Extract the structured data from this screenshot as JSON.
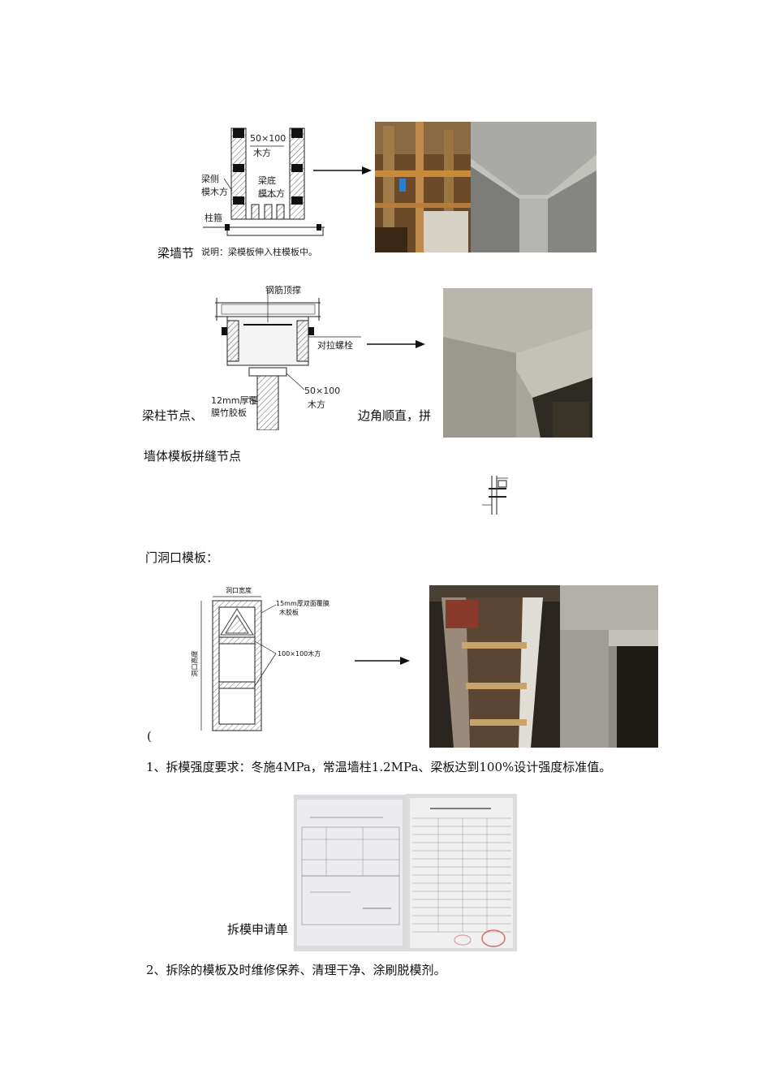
{
  "section1": {
    "caption_fragment": "梁墙节",
    "diagram": {
      "label_timber": "50×100",
      "label_timber_2": "木方",
      "label_side": "梁侧",
      "label_side_2": "模木方",
      "label_bottom": "梁底",
      "label_bottom_2": "模木方",
      "label_column": "柱箍",
      "note": "说明：梁模板伸入柱模板中。"
    }
  },
  "section2": {
    "caption_left": "梁柱节点、",
    "caption_right": "边角顺直，拼",
    "diagram": {
      "label_rebar": "钢筋顶撑",
      "label_bolt": "对拉螺栓",
      "label_timber": "50×100",
      "label_timber_2": "木方",
      "label_board": "12mm厚覆",
      "label_board_2": "膜竹胶板"
    }
  },
  "section3": {
    "heading": "墙体模板拼缝节点"
  },
  "section4": {
    "heading": "门洞口模板：",
    "stray_mark": "(",
    "diagram": {
      "label_width": "洞口宽度",
      "label_height": "洞口高度",
      "label_board": "15mm厚双面覆膜",
      "label_board_2": "木胶板",
      "label_timber": "100×100木方"
    }
  },
  "item1": "1、拆模强度要求：冬施4MPa，常温墙柱1.2MPa、梁板达到100%设计强度标准值。",
  "form_caption": "拆模申请单",
  "forms": {
    "left_title": "拆模申请单",
    "right_title": "混凝土抗压强度试验报告"
  },
  "item2": "2、拆除的模板及时维修保养、清理干净、涂刷脱模剂。"
}
